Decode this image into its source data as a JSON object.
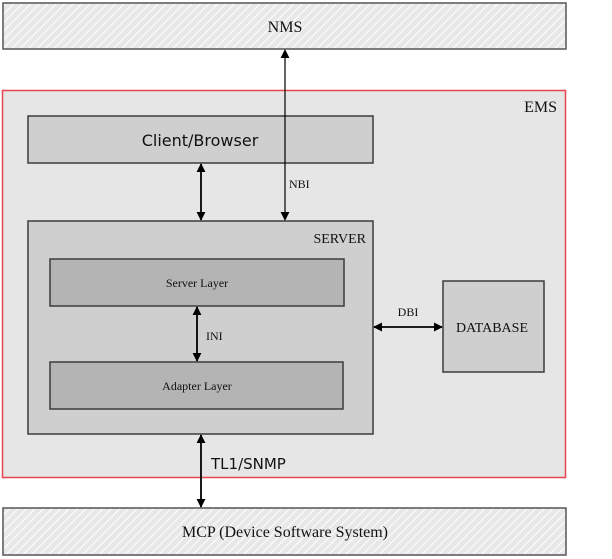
{
  "diagram": {
    "nodes": {
      "nms": {
        "label": "NMS"
      },
      "ems": {
        "label": "EMS"
      },
      "client": {
        "label": "Client/Browser"
      },
      "server": {
        "label": "SERVER"
      },
      "server_layer": {
        "label": "Server Layer"
      },
      "adapter_layer": {
        "label": "Adapter Layer"
      },
      "database": {
        "label": "DATABASE"
      },
      "mcp": {
        "label": "MCP (Device Software System)"
      }
    },
    "edges": [
      {
        "from": "nms",
        "to": "server",
        "label": "NBI",
        "direction": "bidirectional"
      },
      {
        "from": "client",
        "to": "server",
        "label": "",
        "direction": "bidirectional"
      },
      {
        "from": "server_layer",
        "to": "adapter_layer",
        "label": "INI",
        "direction": "bidirectional"
      },
      {
        "from": "server",
        "to": "database",
        "label": "DBI",
        "direction": "bidirectional"
      },
      {
        "from": "server",
        "to": "mcp",
        "label": "TL1/SNMP",
        "direction": "bidirectional"
      }
    ],
    "colors": {
      "ems_border": "#e8474b",
      "ems_fill": "#e6e6e6",
      "box_fill": "#cfcfcf",
      "layer_fill": "#b4b4b4",
      "hatch_fill": "#e8e8e8",
      "stroke": "#3c3c3c"
    }
  }
}
